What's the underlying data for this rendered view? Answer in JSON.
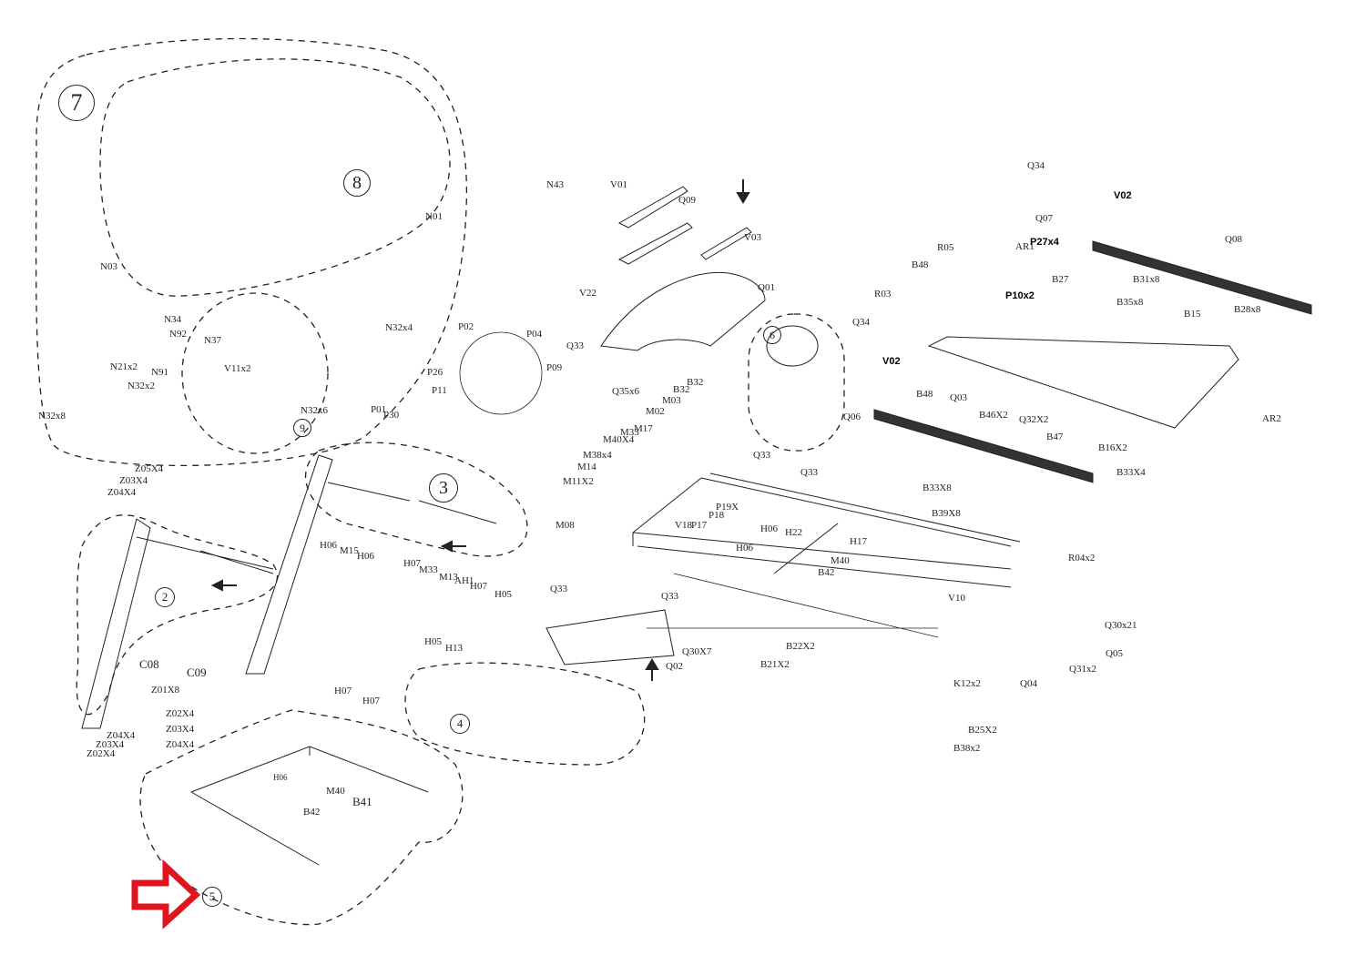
{
  "diagram": {
    "type": "exploded-parts-diagram",
    "subject": "treadmill",
    "highlight_color": "#e0141e",
    "line_color": "#222222",
    "highlighted_group": "5",
    "groups": [
      "2",
      "3",
      "4",
      "5",
      "6",
      "7",
      "8",
      "9"
    ],
    "labels": {
      "console": [
        "N01",
        "N03",
        "N34",
        "N92",
        "N21x2",
        "N91",
        "N32x2",
        "N32x8",
        "N32x4",
        "N37",
        "V11x2",
        "N32x6",
        "N43"
      ],
      "wiring": [
        "P02",
        "P04",
        "P26",
        "P11",
        "P09",
        "P01",
        "P30"
      ],
      "motor_hood": [
        "V01",
        "Q09",
        "V03",
        "V22",
        "Q01",
        "Q33",
        "Q35x6",
        "B32",
        "B32",
        "M03",
        "M02",
        "M17",
        "M33",
        "M40X4",
        "M38x4",
        "M14",
        "M11X2",
        "M08",
        "P19X",
        "P18",
        "V18",
        "P17",
        "Q33",
        "Q33"
      ],
      "deck": [
        "Q34",
        "V02",
        "Q07",
        "Q08",
        "R05",
        "AR1",
        "P27x4",
        "B48",
        "B27",
        "P10x2",
        "R03",
        "B31x8",
        "B35x8",
        "B15",
        "B28x8",
        "Q34",
        "V02",
        "Q06",
        "B48",
        "Q03",
        "B46X2",
        "Q32X2",
        "B47",
        "B16X2",
        "B33X4",
        "AR2",
        "B33X8",
        "B39X8"
      ],
      "frame": [
        "H06",
        "H06",
        "H22",
        "H17",
        "M40",
        "B42",
        "Q33",
        "Q33",
        "Q30X7",
        "Q02",
        "B22X2",
        "B21X2",
        "V10",
        "R04x2",
        "Q30x21",
        "Q05",
        "Q31x2",
        "Q04",
        "K12x2",
        "B25X2",
        "B38x2"
      ],
      "uprights": [
        "Z05X4",
        "Z03X4",
        "Z04X4",
        "C08",
        "Z01X8",
        "Z04X4",
        "Z03X4",
        "Z02X4",
        "C09",
        "H06",
        "M15",
        "H06",
        "H07",
        "M33",
        "M13",
        "AH1",
        "H07",
        "H05",
        "H05",
        "H13",
        "H07",
        "H07",
        "Z02X4",
        "Z03X4",
        "Z04X4"
      ],
      "base": [
        "H06",
        "M40",
        "B41",
        "B42"
      ]
    }
  }
}
